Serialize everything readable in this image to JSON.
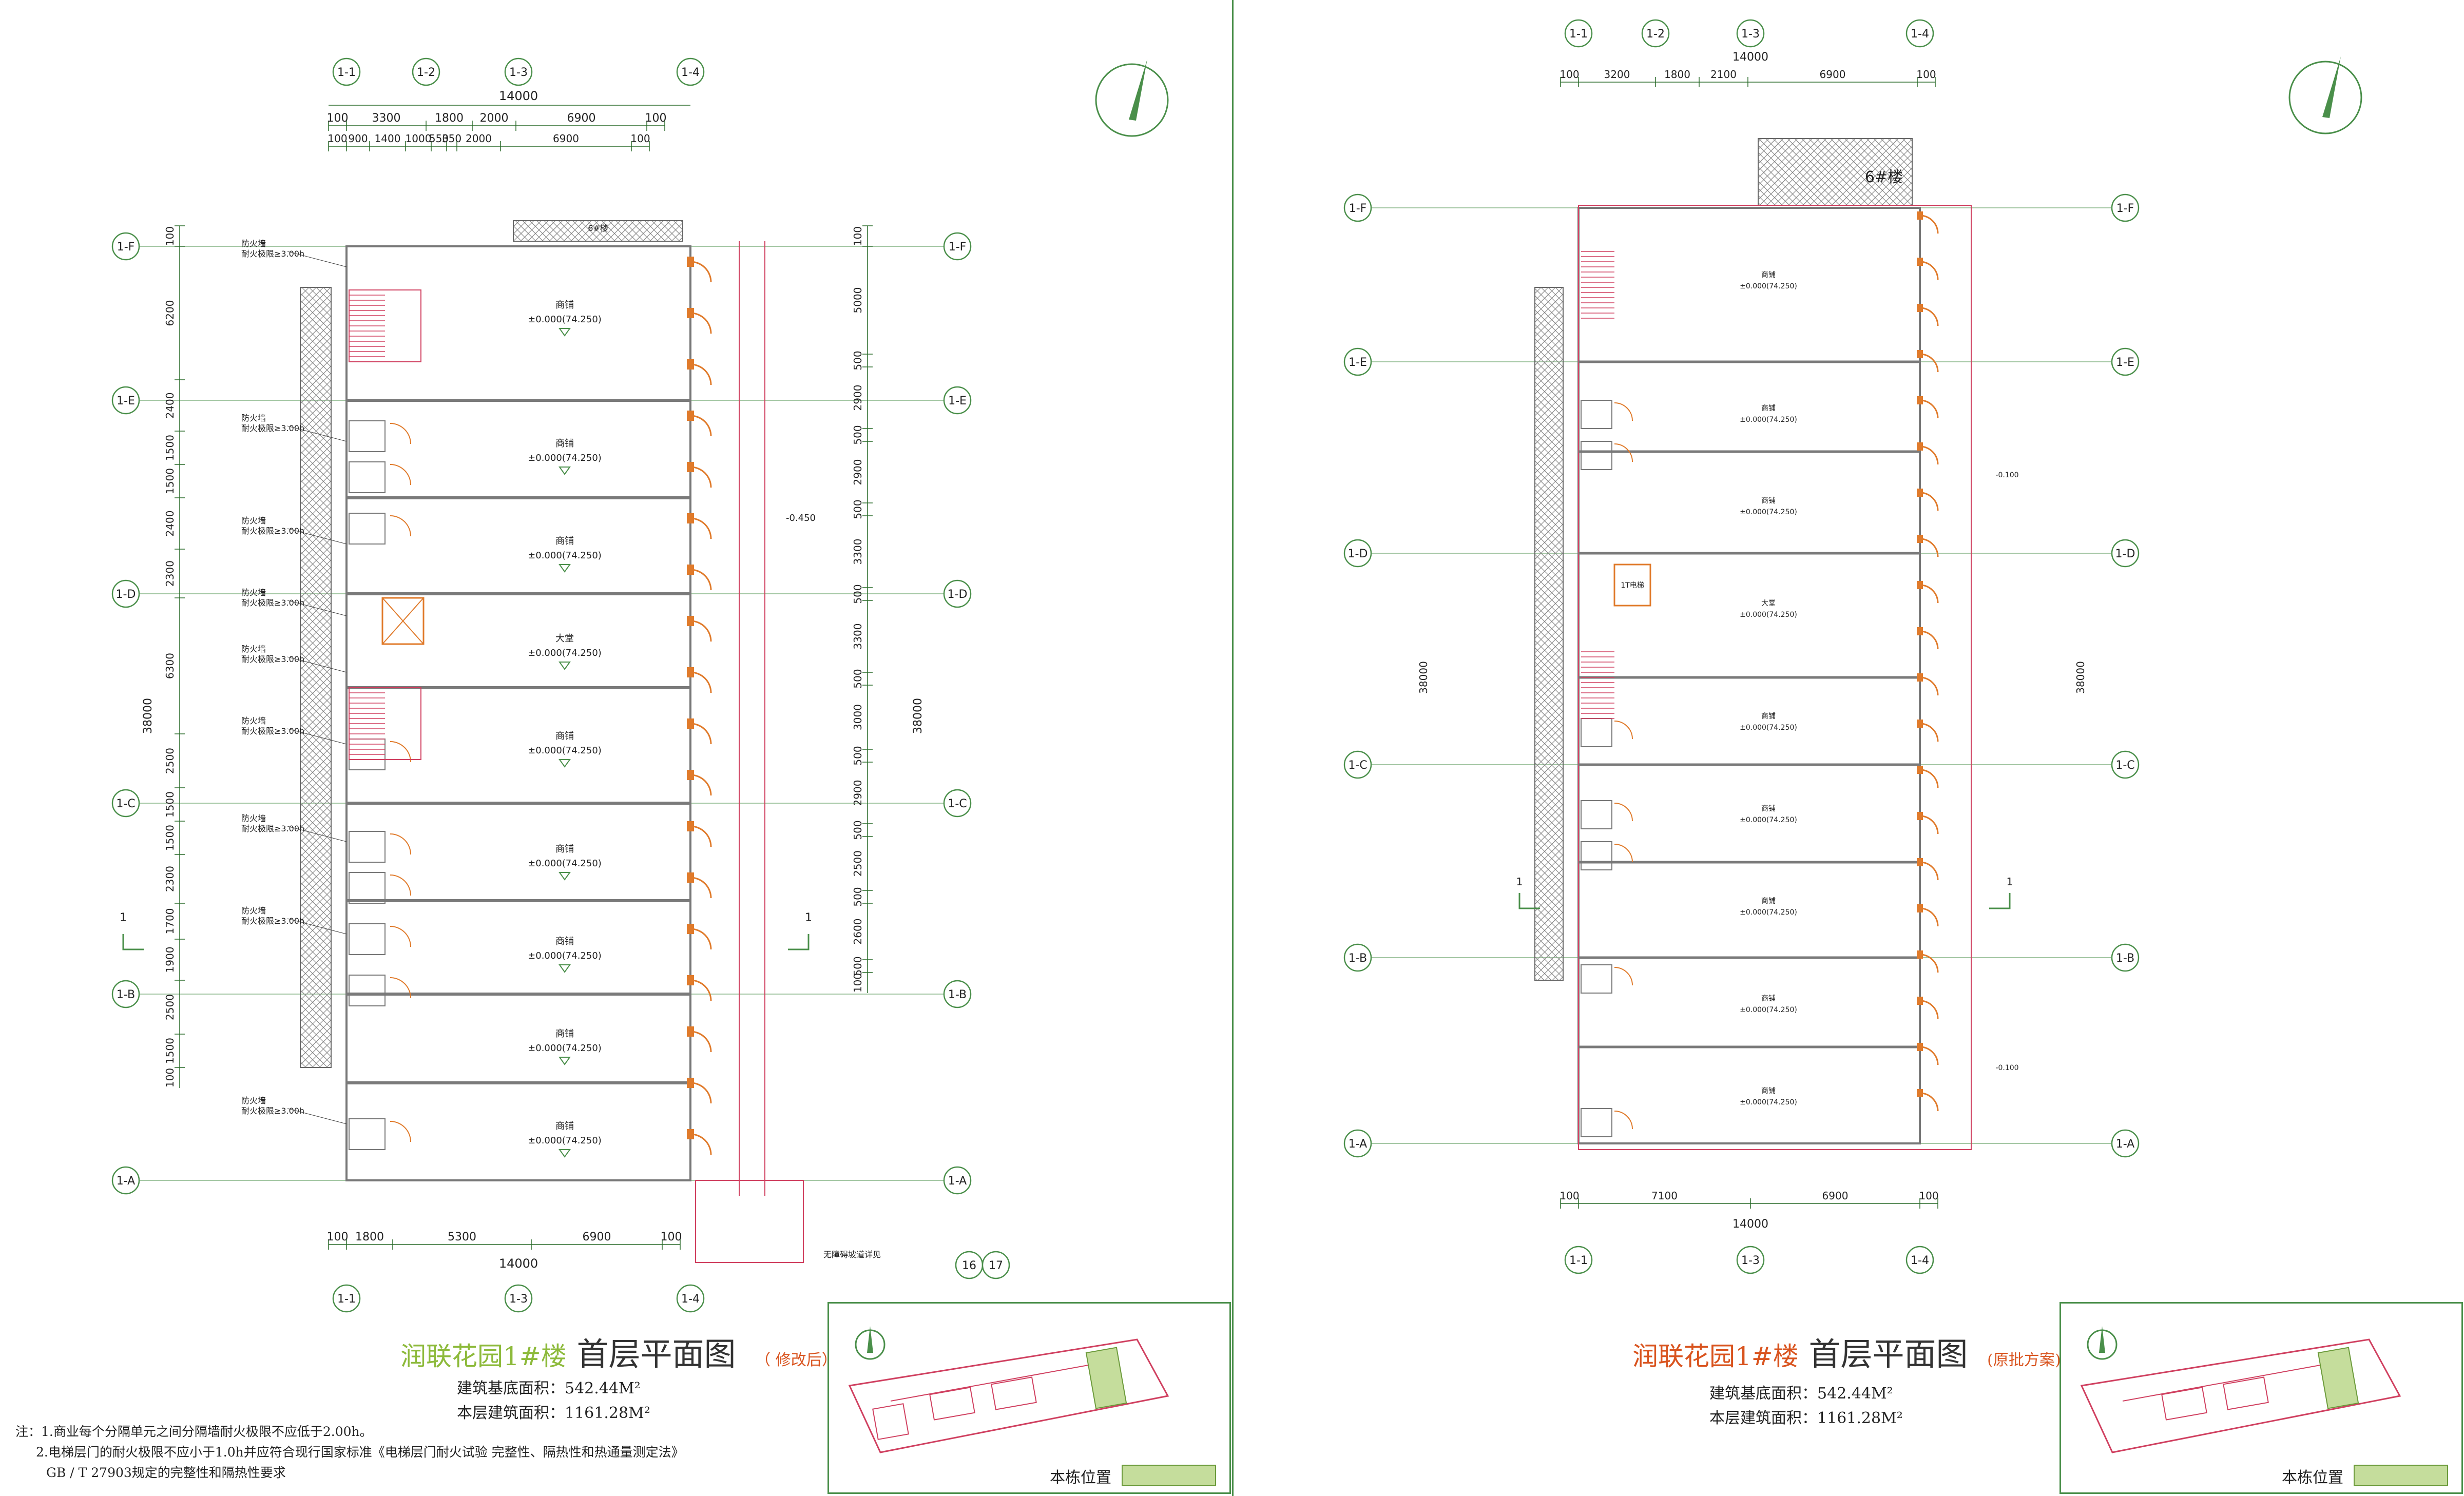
{
  "left": {
    "project": "润联花园1#楼",
    "title": "首层平面图",
    "subtitle": "（ 修改后）",
    "base_area": "建筑基底面积：542.44M²",
    "floor_area": "本层建筑面积：1161.28M²",
    "axes_top": [
      "1-1",
      "1-2",
      "1-3",
      "1-4"
    ],
    "axes_bottom": [
      "1-1",
      "1-3",
      "1-4"
    ],
    "axes_left": [
      "1-F",
      "1-E",
      "1-D",
      "1-C",
      "1-B",
      "1-A"
    ],
    "dim_top_total": "14000",
    "dim_top_row": [
      "100",
      "3300",
      "1800",
      "2000",
      "6900",
      "100"
    ],
    "dim_top_row2": [
      "100",
      "900",
      "1400",
      "1000",
      "550",
      "350",
      "2000",
      "6900",
      "100"
    ],
    "dim_bottom_row": [
      "100",
      "1800",
      "5300",
      "6900",
      "100"
    ],
    "dim_bottom_total": "14000",
    "dim_left_total": "38000",
    "dim_right_total": "38000",
    "dim_left_col": [
      "100",
      "6200",
      "2400",
      "1500",
      "1500",
      "2400",
      "2300",
      "6300",
      "2500",
      "1500",
      "1500",
      "2300",
      "1700",
      "1900",
      "2500",
      "1500",
      "100"
    ],
    "dim_right_col": [
      "100",
      "5000",
      "500",
      "2900",
      "500",
      "2900",
      "500",
      "3300",
      "500",
      "3300",
      "500",
      "3000",
      "500",
      "2900",
      "500",
      "2500",
      "500",
      "2600",
      "500",
      "100"
    ],
    "shops": [
      {
        "name": "商铺",
        "elev": "±0.000(74.250)"
      },
      {
        "name": "商铺",
        "elev": "±0.000(74.250)"
      },
      {
        "name": "商铺",
        "elev": "±0.000(74.250)"
      },
      {
        "name": "大堂",
        "elev": "±0.000(74.250)"
      },
      {
        "name": "商铺",
        "elev": "±0.000(74.250)"
      },
      {
        "name": "商铺",
        "elev": "±0.000(74.250)"
      },
      {
        "name": "商铺",
        "elev": "±0.000(74.250)"
      },
      {
        "name": "商铺",
        "elev": "±0.000(74.250)"
      },
      {
        "name": "商铺",
        "elev": "±0.000(74.250)"
      }
    ],
    "fire_note_a": "防火墙",
    "fire_note_b": "耐火极限≥3.00h",
    "outdoor_elev": "-0.450",
    "ramp_label": "无障碍坡道详见",
    "ramp_ref": [
      "16",
      "17"
    ],
    "building6": "6#楼"
  },
  "right": {
    "project": "润联花园1#楼",
    "title": "首层平面图",
    "subtitle": "(原批方案)",
    "base_area": "建筑基底面积：542.44M²",
    "floor_area": "本层建筑面积：1161.28M²",
    "axes_top": [
      "1-1",
      "1-2",
      "1-3",
      "1-4"
    ],
    "axes_bottom": [
      "1-1",
      "1-3",
      "1-4"
    ],
    "axes_left": [
      "1-F",
      "1-E",
      "1-D",
      "1-C",
      "1-B",
      "1-A"
    ],
    "dim_top_total": "14000",
    "dim_top_row": [
      "100",
      "3200",
      "1800",
      "2100",
      "6900",
      "100"
    ],
    "dim_bottom_row": [
      "100",
      "7100",
      "6900",
      "100"
    ],
    "dim_bottom_total": "14000",
    "dim_left_total": "38000",
    "dim_right_total": "38000",
    "building6": "6#楼",
    "lift": "1T电梯",
    "outdoor_elev": "-0.100"
  },
  "notes": [
    "注：1.商业每个分隔单元之间分隔墙耐火极限不应低于2.00h。",
    "2.电梯层门的耐火极限不应小于1.0h并应符合现行国家标准《电梯层门耐火试验 完整性、隔热性和热通量测定法》",
    "GB / T 27903规定的完整性和隔热性要求"
  ],
  "keyplan_label": "本栋位置",
  "colors": {
    "axis": "#4a8f4a",
    "wall": "#7a7a7a",
    "door": "#e07a2a",
    "dim": "#2a6b2a",
    "stair": "#d04060",
    "hatch": "#888888"
  }
}
